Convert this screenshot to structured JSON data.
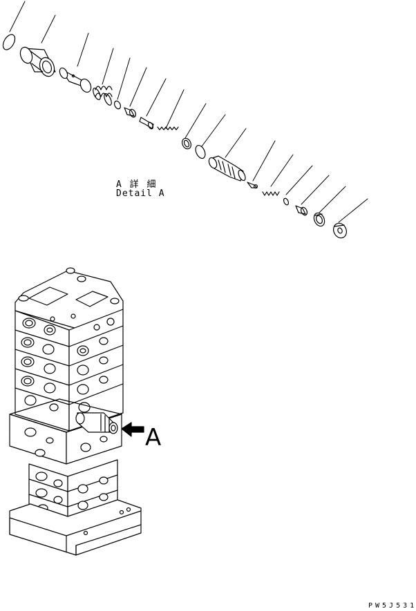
{
  "detail": {
    "label_jp": "A 詳 細",
    "label_en": "Detail A"
  },
  "view_arrow": {
    "letter": "A"
  },
  "drawing_code": "PW5J531",
  "colors": {
    "line": "#000000",
    "background": "#ffffff"
  }
}
